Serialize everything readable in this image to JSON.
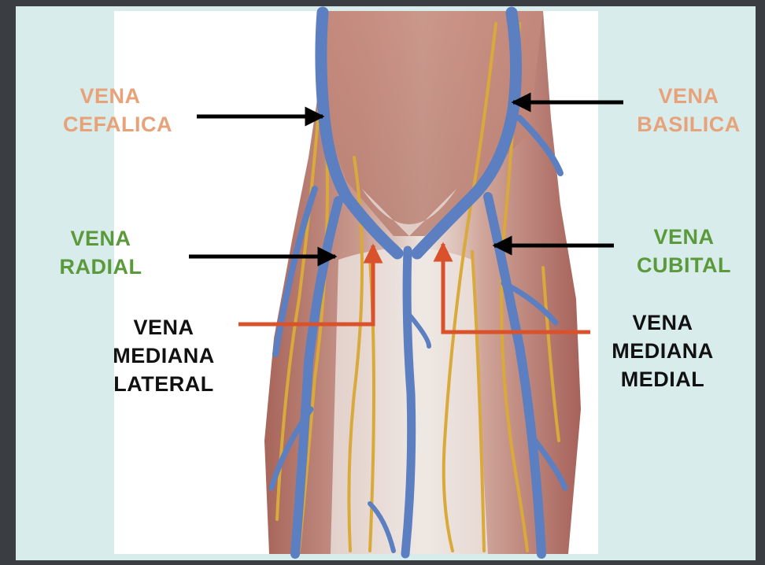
{
  "colors": {
    "orange_label": "#e8a27a",
    "green_label": "#5a9a3a",
    "black_label": "#111111",
    "vein": "#5b7fc0",
    "nerve": "#d9a93a",
    "muscle": "#b87a6a",
    "pointer_black": "#000000",
    "pointer_red": "#d9522c"
  },
  "labels": {
    "cefalica": [
      "VENA",
      "CEFALICA"
    ],
    "basilica": [
      "VENA",
      "BASILICA"
    ],
    "radial": [
      "VENA",
      "RADIAL"
    ],
    "cubital": [
      "VENA",
      "CUBITAL"
    ],
    "mediana_lateral": [
      "VENA",
      "MEDIANA",
      "LATERAL"
    ],
    "mediana_medial": [
      "VENA",
      "MEDIANA",
      "MEDIAL"
    ]
  }
}
